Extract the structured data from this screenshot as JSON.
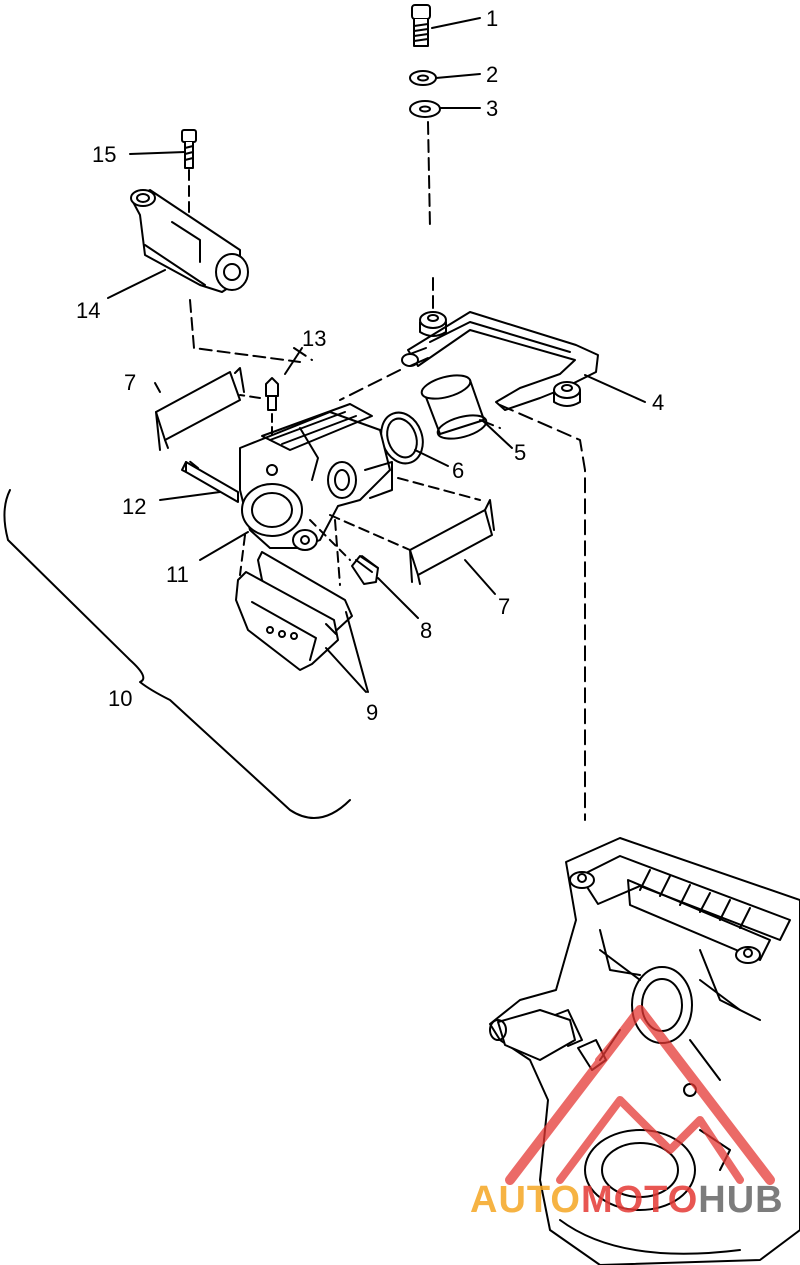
{
  "diagram": {
    "callouts": [
      {
        "id": "1",
        "label": "1"
      },
      {
        "id": "2",
        "label": "2"
      },
      {
        "id": "3",
        "label": "3"
      },
      {
        "id": "4",
        "label": "4"
      },
      {
        "id": "5",
        "label": "5"
      },
      {
        "id": "6",
        "label": "6"
      },
      {
        "id": "7a",
        "label": "7"
      },
      {
        "id": "7b",
        "label": "7"
      },
      {
        "id": "8",
        "label": "8"
      },
      {
        "id": "9",
        "label": "9"
      },
      {
        "id": "10",
        "label": "10"
      },
      {
        "id": "11",
        "label": "11"
      },
      {
        "id": "12",
        "label": "12"
      },
      {
        "id": "13",
        "label": "13"
      },
      {
        "id": "14",
        "label": "14"
      },
      {
        "id": "15",
        "label": "15"
      }
    ]
  },
  "watermark": {
    "part1": "AUTO",
    "part2": "MOTO",
    "part3": "HUB",
    "colors": {
      "accent": "#f5a623",
      "triangle": "#e53935",
      "dark": "#555555"
    }
  }
}
